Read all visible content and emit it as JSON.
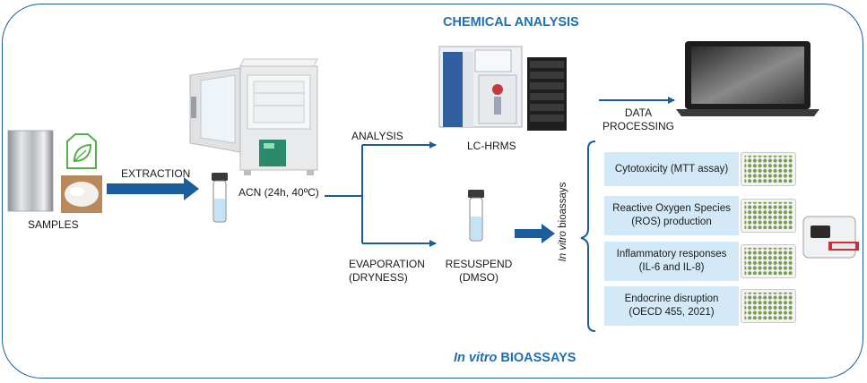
{
  "titles": {
    "chemical_analysis": "CHEMICAL ANALYSIS",
    "bioassays_italic": "In vitro",
    "bioassays_rest": " BIOASSAYS"
  },
  "samples": {
    "label": "SAMPLES"
  },
  "extraction": {
    "label": "EXTRACTION",
    "conditions": "ACN (24h, 40ºC)"
  },
  "analysis": {
    "label": "ANALYSIS",
    "instrument": "LC-HRMS"
  },
  "data_processing": {
    "line1": "DATA",
    "line2": "PROCESSING"
  },
  "evaporation": {
    "line1": "EVAPORATION",
    "line2": "(DRYNESS)"
  },
  "resuspend": {
    "line1": "RESUSPEND",
    "line2": "(DMSO)"
  },
  "bioassays_vertical": {
    "italic": "In vitro",
    "rest": " bioassays"
  },
  "assays": [
    {
      "line1": "Cytotoxicity (MTT assay)",
      "line2": ""
    },
    {
      "line1": "Reactive Oxygen Species",
      "line2": "(ROS) production"
    },
    {
      "line1": "Inflammatory responses",
      "line2": "(IL-6 and IL-8)"
    },
    {
      "line1": "Endocrine disruption",
      "line2": "(OECD 455, 2021)"
    }
  ],
  "colors": {
    "frame": "#1f5c8f",
    "accent": "#1f6fb5",
    "arrow": "#1a5d9c",
    "assay_box": "#d4e9f7",
    "oven_display": "#2b8a6b"
  }
}
